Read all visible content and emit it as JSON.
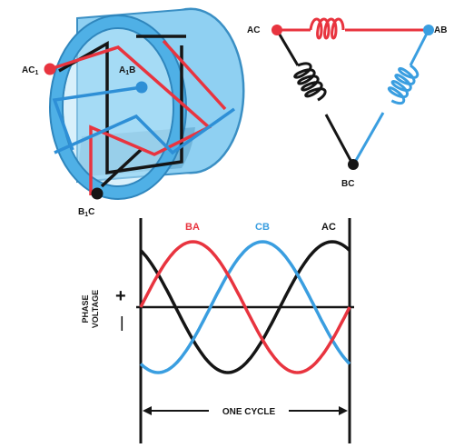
{
  "colors": {
    "phase_ba": "#e8343f",
    "phase_cb": "#3a9ee0",
    "phase_ac": "#151515",
    "cylinder_fill": "#8fd0f2",
    "cylinder_ring": "#4fb0e6",
    "cylinder_shadow": "#5a9fc7",
    "background": "#ffffff"
  },
  "generator": {
    "terminal_ac": "AC",
    "terminal_ab": "A",
    "terminal_b": "B",
    "terminal_c": "C",
    "terminal_ab_suffix": "B"
  },
  "delta": {
    "terminal_ac": "AC",
    "terminal_ab": "AB",
    "terminal_bc": "BC"
  },
  "waveform": {
    "label_ba": "BA",
    "label_cb": "CB",
    "label_ac": "AC",
    "y_axis_label_line1": "PHASE",
    "y_axis_label_line2": "VOLTAGE",
    "plus": "+",
    "minus": "—",
    "span_label": "ONE CYCLE"
  },
  "chart_data": {
    "type": "line",
    "x": [
      0,
      30,
      60,
      90,
      120,
      150,
      180,
      210,
      240,
      270,
      300,
      330,
      360
    ],
    "series": [
      {
        "name": "BA",
        "values": [
          0,
          0.5,
          0.866,
          1,
          0.866,
          0.5,
          0,
          -0.5,
          -0.866,
          -1,
          -0.866,
          -0.5,
          0
        ]
      },
      {
        "name": "CB",
        "values": [
          -0.866,
          -1,
          -0.866,
          -0.5,
          0,
          0.5,
          0.866,
          1,
          0.866,
          0.5,
          0,
          -0.5,
          -0.866
        ]
      },
      {
        "name": "AC",
        "values": [
          0.866,
          0.5,
          0,
          -0.5,
          -0.866,
          -1,
          -0.866,
          -0.5,
          0,
          0.5,
          0.866,
          1,
          0.866
        ]
      }
    ],
    "xlabel": "ONE CYCLE",
    "ylabel": "PHASE VOLTAGE",
    "ylim": [
      -1,
      1
    ],
    "grid": false
  }
}
